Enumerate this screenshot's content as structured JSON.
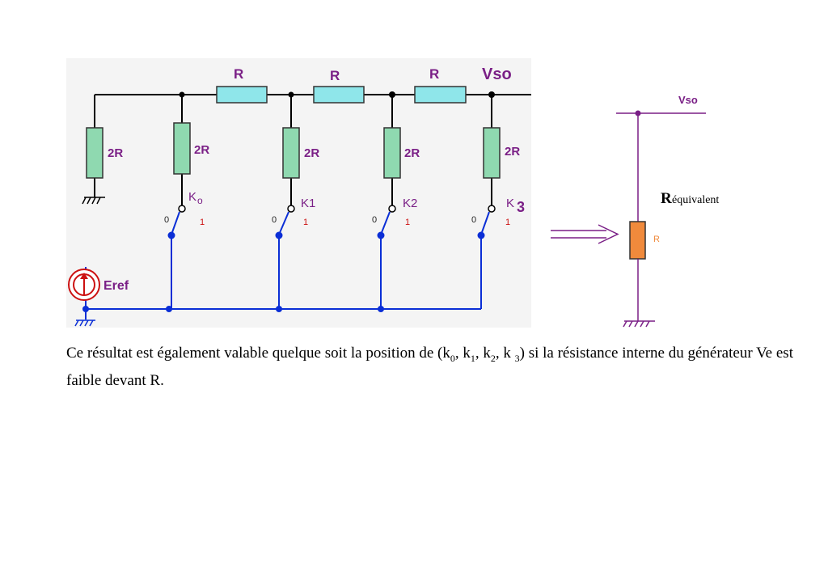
{
  "circuit": {
    "series_labels": [
      "R",
      "R",
      "R"
    ],
    "output_label": "Vso",
    "shunt_labels": [
      "2R",
      "2R",
      "2R",
      "2R",
      "2R"
    ],
    "switches": [
      {
        "name": "K",
        "sub": "o",
        "pos0": "0",
        "pos1": "1"
      },
      {
        "name": "K1",
        "sub": "",
        "pos0": "0",
        "pos1": "1"
      },
      {
        "name": "K2",
        "sub": "",
        "pos0": "0",
        "pos1": "1"
      },
      {
        "name": "K",
        "sub": "3",
        "pos0": "0",
        "pos1": "1"
      }
    ],
    "source_label": "Eref"
  },
  "equivalent": {
    "output_label": "Vso",
    "title_big": "R",
    "title_rest": "équivalent",
    "resistor_label": "R"
  },
  "caption": {
    "p1": "Ce résultat est également valable quelque soit la position de (k",
    "s1": "0",
    "p2": ", k",
    "s2": "1",
    "p3": ", k",
    "s3": "2",
    "p4": ", k ",
    "s4": "3",
    "p5": ") si la résistance interne du générateur Ve est faible devant R."
  },
  "colors": {
    "panel_bg": "#f4f4f4",
    "wire": "#000000",
    "bus": "#0a2ed6",
    "resistor_green": "#8fd9b0",
    "resistor_cyan": "#8fe6ea",
    "resistor_orange": "#f08a3c",
    "equiv_wire": "#7a1f86",
    "label_purple": "#7a1f86"
  }
}
